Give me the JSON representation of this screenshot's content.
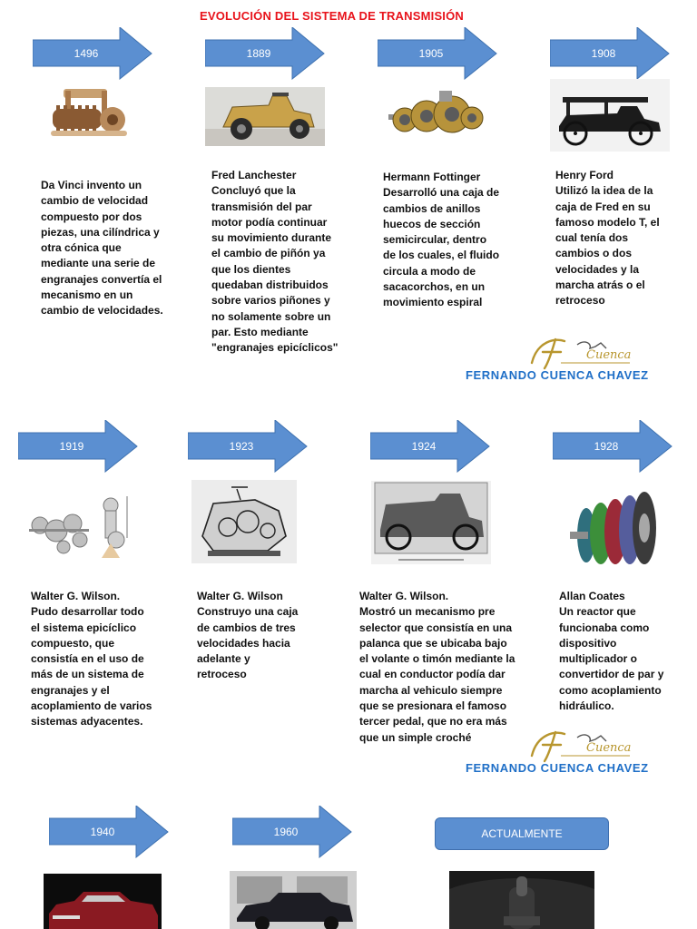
{
  "header": {
    "title": "EVOLUCIÓN DEL SISTEMA DE TRANSMISIÓN"
  },
  "colors": {
    "arrow": "#5b8fd1",
    "title": "#e8131b",
    "signature": "#1f6fc7",
    "logo_gold": "#b8962e"
  },
  "row1": [
    {
      "year": "1496",
      "name": "",
      "text": "Da Vinci invento un cambio de velocidad compuesto por dos piezas, una cilíndrica y otra cónica que mediante una serie de engranajes convertía el mecanismo en un cambio de velocidades.",
      "icon": "gear-mechanism-image"
    },
    {
      "year": "1889",
      "name": "Fred Lanchester",
      "text": "Concluyó que la transmisión del par motor podía continuar su movimiento durante el cambio de piñón ya que los dientes quedaban distribuidos sobre varios piñones y no solamente sobre un par. Esto mediante \"engranajes epicíclicos\"",
      "icon": "vintage-car-image"
    },
    {
      "year": "1905",
      "name": "Hermann Fottinger",
      "text": "Desarrolló una caja de cambios de anillos huecos de sección semicircular, dentro de los cuales, el fluido circula a modo de sacacorchos, en un movimiento espiral",
      "icon": "gearbox-image"
    },
    {
      "year": "1908",
      "name": "Henry Ford",
      "text": "Utilizó la idea de la caja de Fred en su famoso modelo T, el cual tenía dos cambios o dos velocidades y la marcha atrás o el retroceso",
      "icon": "model-t-image"
    }
  ],
  "signature1": {
    "logo_text": "Cuenca",
    "name": "FERNANDO CUENCA CHAVEZ"
  },
  "row2": [
    {
      "year": "1919",
      "name": "Walter G. Wilson.",
      "text": "Pudo desarrollar todo el sistema epicíclico compuesto, que consistía en el uso de más de un sistema de engranajes y el acoplamiento de varios sistemas adyacentes.",
      "icon": "epicyclic-diagram-image"
    },
    {
      "year": "1923",
      "name": "Walter G. Wilson",
      "text": "Construyo una caja de cambios de tres velocidades hacia adelante y retroceso",
      "icon": "gearbox-drawing-image"
    },
    {
      "year": "1924",
      "name": "Walter G. Wilson.",
      "text": "Mostró un mecanismo pre selector que consistía en una palanca que se ubicaba bajo el volante o timón mediante la cual en conductor podía dar marcha al vehiculo siempre que se presionara el famoso tercer pedal, que no era más que un simple croché",
      "icon": "old-car-drawing-image"
    },
    {
      "year": "1928",
      "name": "Allan Coates",
      "text": "Un reactor que funcionaba como dispositivo multiplicador o convertidor de par y como acoplamiento hidráulico.",
      "icon": "torque-converter-image"
    }
  ],
  "signature2": {
    "logo_text": "Cuenca",
    "name": "FERNANDO CUENCA CHAVEZ"
  },
  "row3": [
    {
      "year": "1940",
      "icon": "red-sedan-image"
    },
    {
      "year": "1960",
      "icon": "jaguar-sedan-image"
    },
    {
      "year": "ACTUALMENTE",
      "icon": "modern-shifter-image"
    }
  ]
}
